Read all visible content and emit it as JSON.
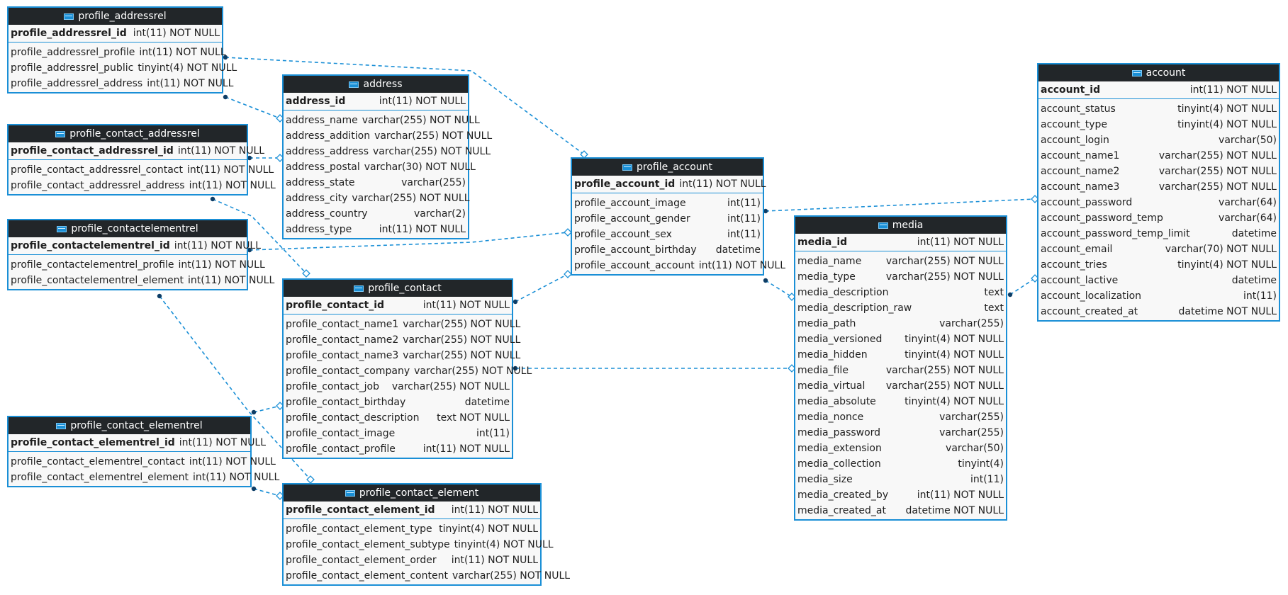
{
  "diagram": {
    "tables": [
      {
        "id": "profile_addressrel",
        "title": "profile_addressrel",
        "pk": {
          "name": "profile_addressrel_id",
          "type": "int(11) NOT NULL"
        },
        "columns": [
          {
            "name": "profile_addressrel_profile",
            "type": "int(11) NOT NULL"
          },
          {
            "name": "profile_addressrel_public",
            "type": "tinyint(4) NOT NULL"
          },
          {
            "name": "profile_addressrel_address",
            "type": "int(11) NOT NULL"
          }
        ]
      },
      {
        "id": "address",
        "title": "address",
        "pk": {
          "name": "address_id",
          "type": "int(11) NOT NULL"
        },
        "columns": [
          {
            "name": "address_name",
            "type": "varchar(255) NOT NULL"
          },
          {
            "name": "address_addition",
            "type": "varchar(255) NOT NULL"
          },
          {
            "name": "address_address",
            "type": "varchar(255) NOT NULL"
          },
          {
            "name": "address_postal",
            "type": "varchar(30) NOT NULL"
          },
          {
            "name": "address_state",
            "type": "varchar(255)"
          },
          {
            "name": "address_city",
            "type": "varchar(255) NOT NULL"
          },
          {
            "name": "address_country",
            "type": "varchar(2)"
          },
          {
            "name": "address_type",
            "type": "int(11) NOT NULL"
          }
        ]
      },
      {
        "id": "profile_contact_addressrel",
        "title": "profile_contact_addressrel",
        "pk": {
          "name": "profile_contact_addressrel_id",
          "type": "int(11) NOT NULL"
        },
        "columns": [
          {
            "name": "profile_contact_addressrel_contact",
            "type": "int(11) NOT NULL"
          },
          {
            "name": "profile_contact_addressrel_address",
            "type": "int(11) NOT NULL"
          }
        ]
      },
      {
        "id": "profile_contactelementrel",
        "title": "profile_contactelementrel",
        "pk": {
          "name": "profile_contactelementrel_id",
          "type": "int(11) NOT NULL"
        },
        "columns": [
          {
            "name": "profile_contactelementrel_profile",
            "type": "int(11) NOT NULL"
          },
          {
            "name": "profile_contactelementrel_element",
            "type": "int(11) NOT NULL"
          }
        ]
      },
      {
        "id": "profile_contact",
        "title": "profile_contact",
        "pk": {
          "name": "profile_contact_id",
          "type": "int(11) NOT NULL"
        },
        "columns": [
          {
            "name": "profile_contact_name1",
            "type": "varchar(255) NOT NULL"
          },
          {
            "name": "profile_contact_name2",
            "type": "varchar(255) NOT NULL"
          },
          {
            "name": "profile_contact_name3",
            "type": "varchar(255) NOT NULL"
          },
          {
            "name": "profile_contact_company",
            "type": "varchar(255) NOT NULL"
          },
          {
            "name": "profile_contact_job",
            "type": "varchar(255) NOT NULL"
          },
          {
            "name": "profile_contact_birthday",
            "type": "datetime"
          },
          {
            "name": "profile_contact_description",
            "type": "text NOT NULL"
          },
          {
            "name": "profile_contact_image",
            "type": "int(11)"
          },
          {
            "name": "profile_contact_profile",
            "type": "int(11) NOT NULL"
          }
        ]
      },
      {
        "id": "profile_contact_elementrel",
        "title": "profile_contact_elementrel",
        "pk": {
          "name": "profile_contact_elementrel_id",
          "type": "int(11) NOT NULL"
        },
        "columns": [
          {
            "name": "profile_contact_elementrel_contact",
            "type": "int(11) NOT NULL"
          },
          {
            "name": "profile_contact_elementrel_element",
            "type": "int(11) NOT NULL"
          }
        ]
      },
      {
        "id": "profile_contact_element",
        "title": "profile_contact_element",
        "pk": {
          "name": "profile_contact_element_id",
          "type": "int(11) NOT NULL"
        },
        "columns": [
          {
            "name": "profile_contact_element_type",
            "type": "tinyint(4) NOT NULL"
          },
          {
            "name": "profile_contact_element_subtype",
            "type": "tinyint(4) NOT NULL"
          },
          {
            "name": "profile_contact_element_order",
            "type": "int(11) NOT NULL"
          },
          {
            "name": "profile_contact_element_content",
            "type": "varchar(255) NOT NULL"
          }
        ]
      },
      {
        "id": "profile_account",
        "title": "profile_account",
        "pk": {
          "name": "profile_account_id",
          "type": "int(11) NOT NULL"
        },
        "columns": [
          {
            "name": "profile_account_image",
            "type": "int(11)"
          },
          {
            "name": "profile_account_gender",
            "type": "int(11)"
          },
          {
            "name": "profile_account_sex",
            "type": "int(11)"
          },
          {
            "name": "profile_account_birthday",
            "type": "datetime"
          },
          {
            "name": "profile_account_account",
            "type": "int(11) NOT NULL"
          }
        ]
      },
      {
        "id": "media",
        "title": "media",
        "pk": {
          "name": "media_id",
          "type": "int(11) NOT NULL"
        },
        "columns": [
          {
            "name": "media_name",
            "type": "varchar(255) NOT NULL"
          },
          {
            "name": "media_type",
            "type": "varchar(255) NOT NULL"
          },
          {
            "name": "media_description",
            "type": "text"
          },
          {
            "name": "media_description_raw",
            "type": "text"
          },
          {
            "name": "media_path",
            "type": "varchar(255)"
          },
          {
            "name": "media_versioned",
            "type": "tinyint(4) NOT NULL"
          },
          {
            "name": "media_hidden",
            "type": "tinyint(4) NOT NULL"
          },
          {
            "name": "media_file",
            "type": "varchar(255) NOT NULL"
          },
          {
            "name": "media_virtual",
            "type": "varchar(255) NOT NULL"
          },
          {
            "name": "media_absolute",
            "type": "tinyint(4) NOT NULL"
          },
          {
            "name": "media_nonce",
            "type": "varchar(255)"
          },
          {
            "name": "media_password",
            "type": "varchar(255)"
          },
          {
            "name": "media_extension",
            "type": "varchar(50)"
          },
          {
            "name": "media_collection",
            "type": "tinyint(4)"
          },
          {
            "name": "media_size",
            "type": "int(11)"
          },
          {
            "name": "media_created_by",
            "type": "int(11) NOT NULL"
          },
          {
            "name": "media_created_at",
            "type": "datetime NOT NULL"
          }
        ]
      },
      {
        "id": "account",
        "title": "account",
        "pk": {
          "name": "account_id",
          "type": "int(11) NOT NULL"
        },
        "columns": [
          {
            "name": "account_status",
            "type": "tinyint(4) NOT NULL"
          },
          {
            "name": "account_type",
            "type": "tinyint(4) NOT NULL"
          },
          {
            "name": "account_login",
            "type": "varchar(50)"
          },
          {
            "name": "account_name1",
            "type": "varchar(255) NOT NULL"
          },
          {
            "name": "account_name2",
            "type": "varchar(255) NOT NULL"
          },
          {
            "name": "account_name3",
            "type": "varchar(255) NOT NULL"
          },
          {
            "name": "account_password",
            "type": "varchar(64)"
          },
          {
            "name": "account_password_temp",
            "type": "varchar(64)"
          },
          {
            "name": "account_password_temp_limit",
            "type": "datetime"
          },
          {
            "name": "account_email",
            "type": "varchar(70) NOT NULL"
          },
          {
            "name": "account_tries",
            "type": "tinyint(4) NOT NULL"
          },
          {
            "name": "account_lactive",
            "type": "datetime"
          },
          {
            "name": "account_localization",
            "type": "int(11)"
          },
          {
            "name": "account_created_at",
            "type": "datetime NOT NULL"
          }
        ]
      }
    ],
    "relations": [
      {
        "from": "profile_addressrel",
        "to": "profile_account"
      },
      {
        "from": "profile_addressrel",
        "to": "address"
      },
      {
        "from": "profile_contact_addressrel",
        "to": "address"
      },
      {
        "from": "profile_contact_addressrel",
        "to": "profile_contact"
      },
      {
        "from": "profile_contactelementrel",
        "to": "profile_account"
      },
      {
        "from": "profile_contactelementrel",
        "to": "profile_contact_element"
      },
      {
        "from": "profile_contact",
        "to": "profile_account"
      },
      {
        "from": "profile_contact",
        "to": "media"
      },
      {
        "from": "profile_contact_elementrel",
        "to": "profile_contact"
      },
      {
        "from": "profile_contact_elementrel",
        "to": "profile_contact_element"
      },
      {
        "from": "profile_account",
        "to": "account"
      },
      {
        "from": "profile_account",
        "to": "media"
      },
      {
        "from": "media",
        "to": "account"
      }
    ],
    "colors": {
      "link": "#1a8fd6",
      "header": "#222629",
      "border": "#1a8fd6",
      "dot": "#0d3d66"
    }
  }
}
